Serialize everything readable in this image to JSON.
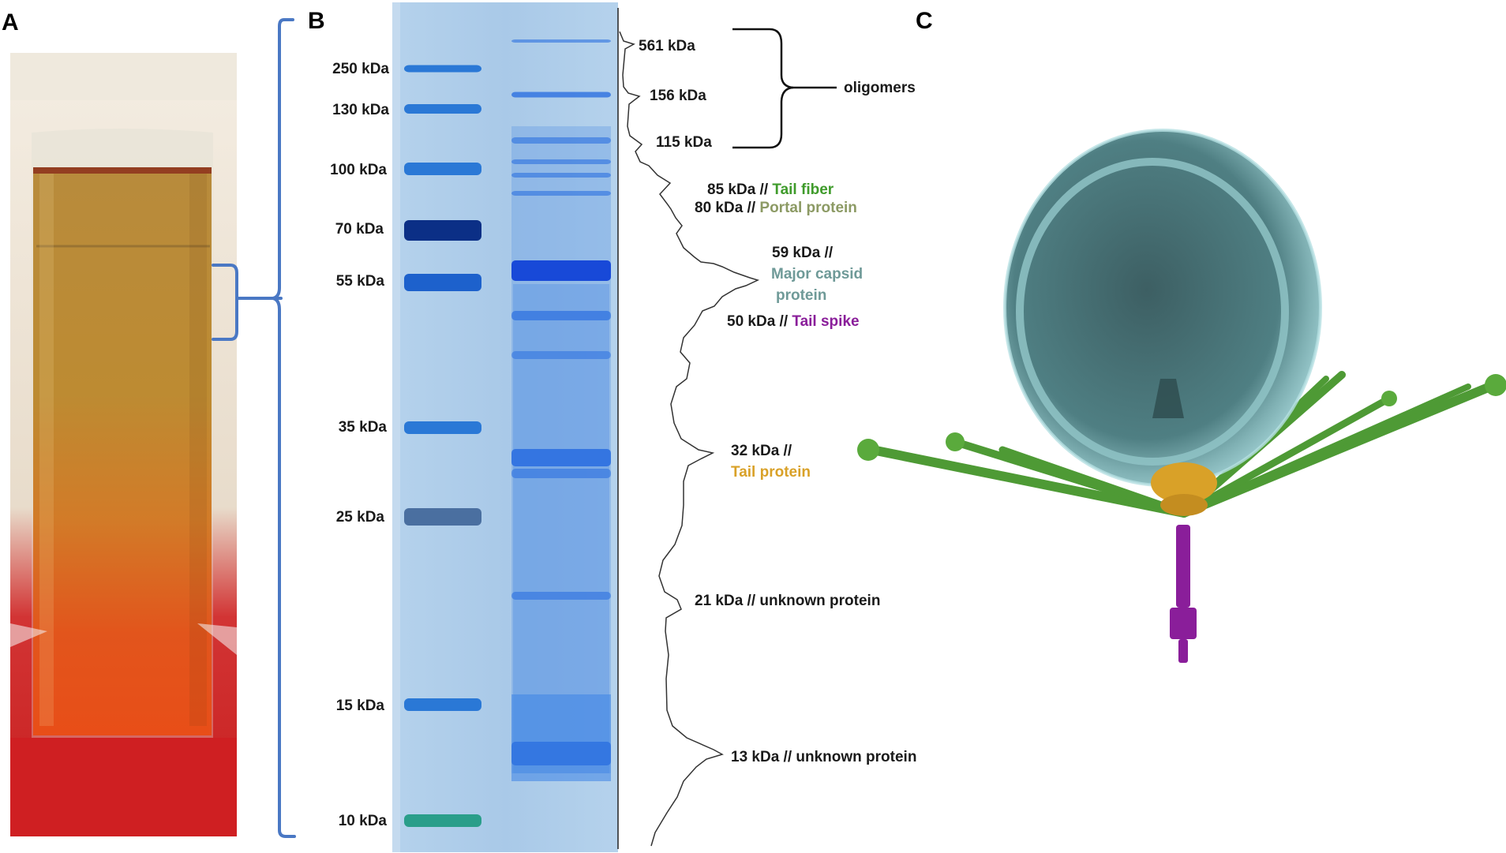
{
  "panels": {
    "a": "A",
    "b": "B",
    "c": "C"
  },
  "markers": [
    {
      "label": "250 kDa"
    },
    {
      "label": "130 kDa"
    },
    {
      "label": "100 kDa"
    },
    {
      "label": "70 kDa"
    },
    {
      "label": "55 kDa"
    },
    {
      "label": "35 kDa"
    },
    {
      "label": "25 kDa"
    },
    {
      "label": "15 kDa"
    },
    {
      "label": "10 kDa"
    }
  ],
  "bands": [
    {
      "kda": "561 kDa"
    },
    {
      "kda": "156 kDa"
    },
    {
      "kda": "115 kDa"
    },
    {
      "kda": "85 kDa //",
      "protein": "Tail fiber"
    },
    {
      "kda": "80 kDa //",
      "protein": "Portal protein"
    },
    {
      "kda": "59 kDa //",
      "protein_line1": "Major capsid",
      "protein_line2": "protein"
    },
    {
      "kda": "50 kDa //",
      "protein": "Tail spike"
    },
    {
      "kda": "32 kDa //",
      "protein": "Tail protein"
    },
    {
      "kda": "21 kDa // unknown protein"
    },
    {
      "kda": "13 kDa // unknown protein"
    }
  ],
  "oligomers_label": "oligomers",
  "colors": {
    "tail_fiber": "#3f9b2b",
    "portal": "#8c9a64",
    "capsid": "#6f9a98",
    "tail_spike": "#8a1e9a",
    "tail_protein": "#d9a128",
    "bracket": "#4a78c4",
    "gel": "#aecdea",
    "marker_band": "#2a78d6",
    "sample_band": "#2c6fe0"
  },
  "icons": {
    "tube": "centrifuge-tube-photo",
    "structure": "phage-3d-structure"
  }
}
